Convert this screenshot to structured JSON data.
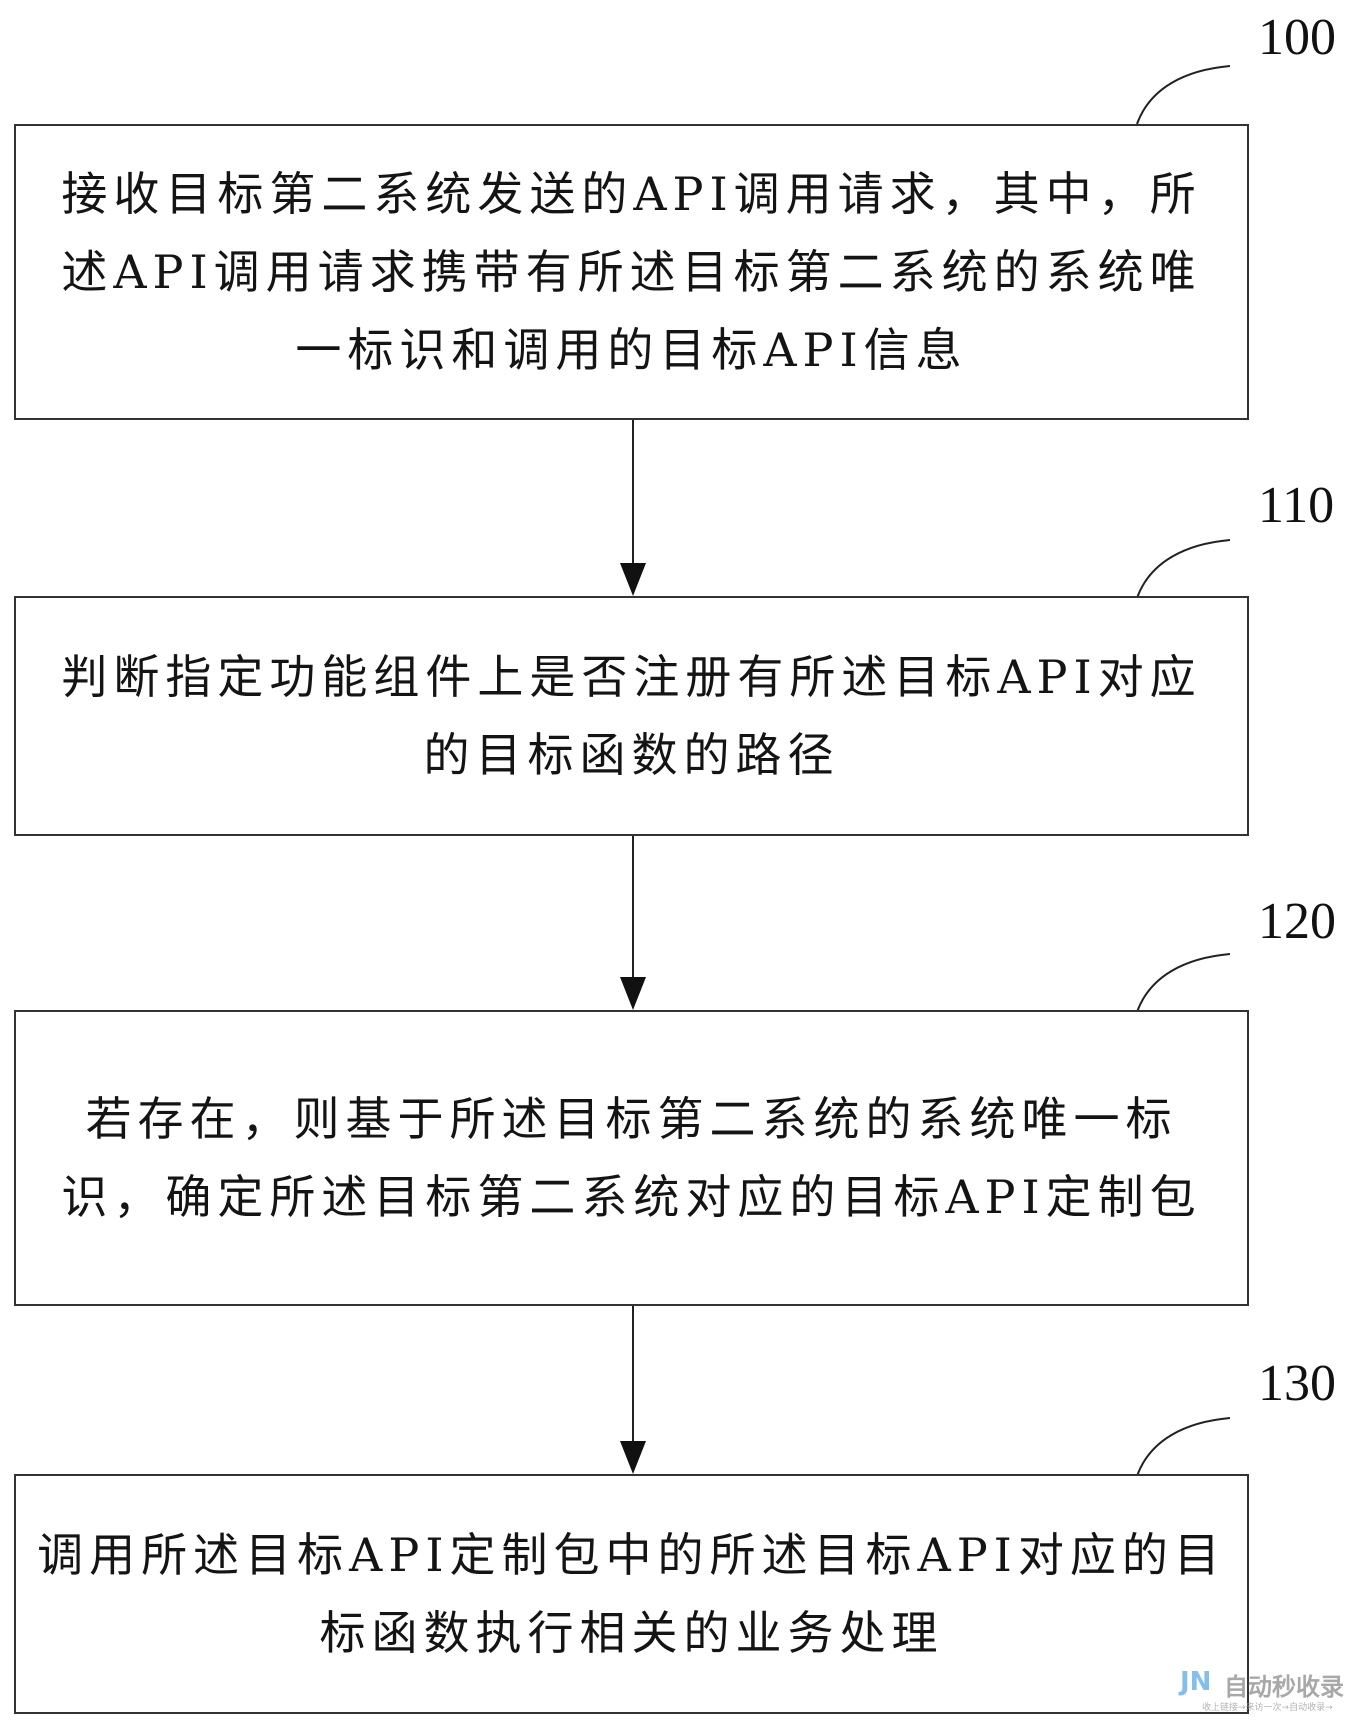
{
  "flowchart": {
    "steps": [
      {
        "number": "100",
        "text": "接收目标第二系统发送的API调用请求，其中，所述API调用请求携带有所述目标第二系统的系统唯一标识和调用的目标API信息"
      },
      {
        "number": "110",
        "text": "判断指定功能组件上是否注册有所述目标API对应的目标函数的路径"
      },
      {
        "number": "120",
        "text": "若存在，则基于所述目标第二系统的系统唯一标识，确定所述目标第二系统对应的目标API定制包"
      },
      {
        "number": "130",
        "text": "调用所述目标API定制包中的所述目标API对应的目标函数执行相关的业务处理"
      }
    ]
  },
  "watermark": {
    "logo": "JN",
    "text": "自动秒收录",
    "subtext": "收上链接→来访一次→自动收录→"
  }
}
